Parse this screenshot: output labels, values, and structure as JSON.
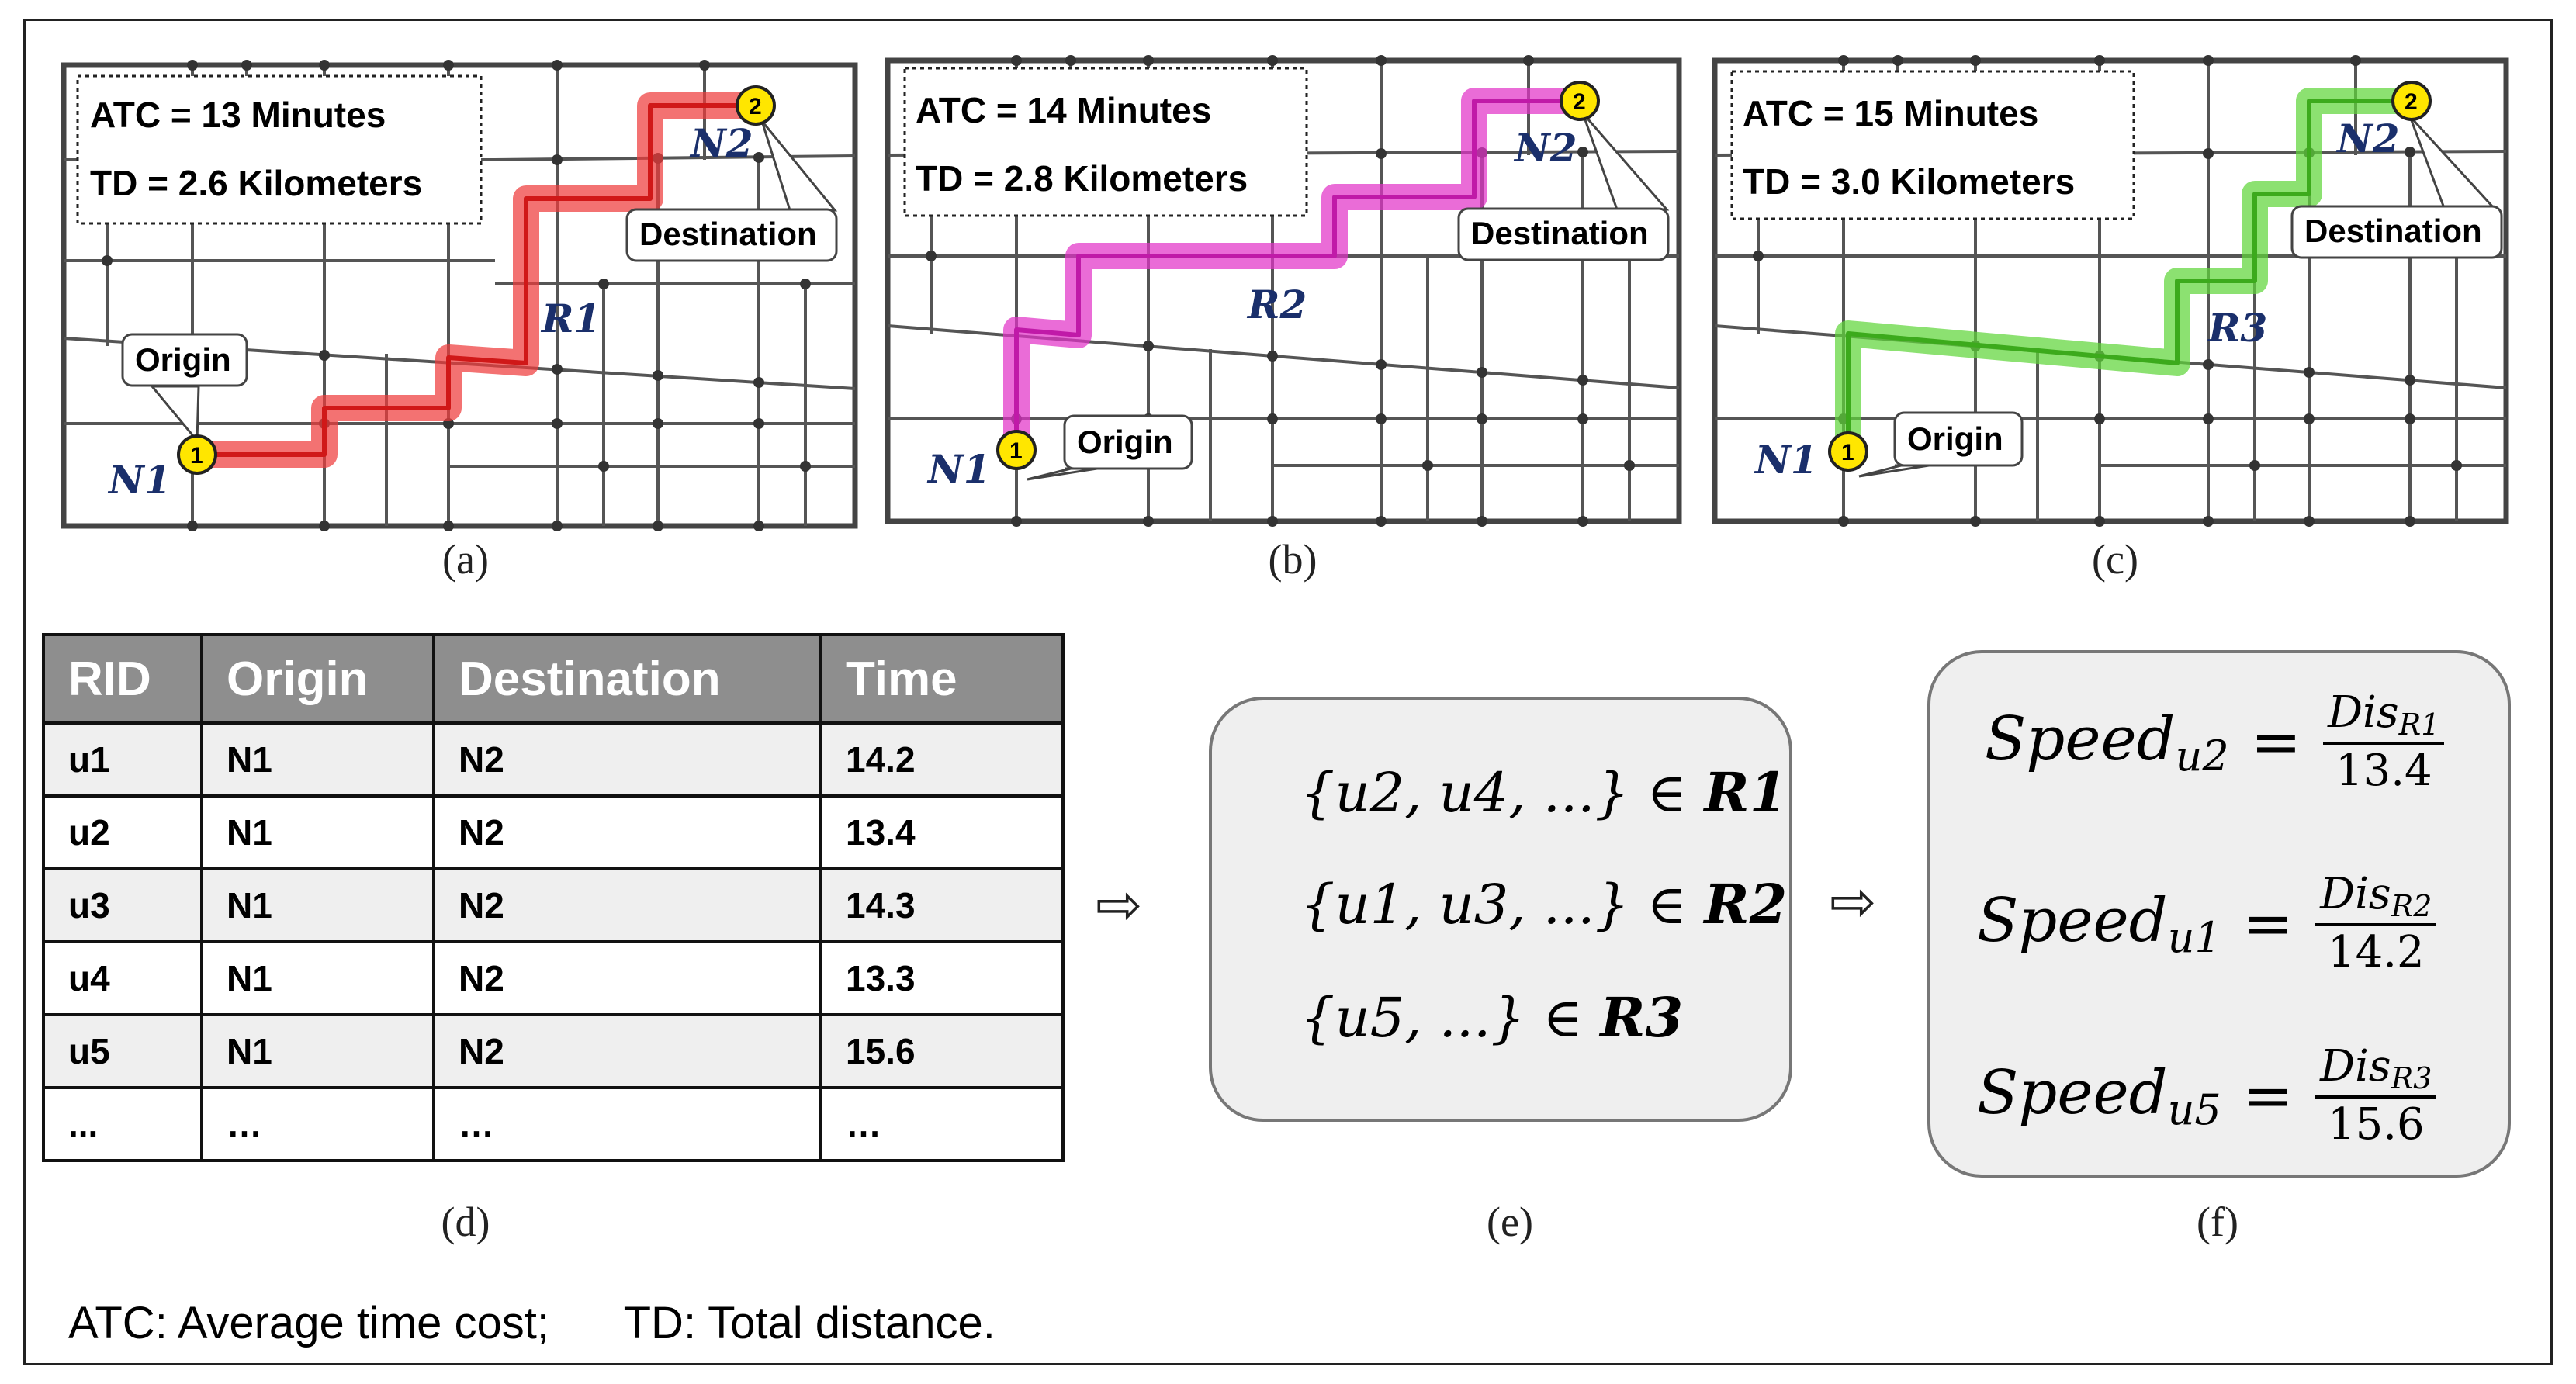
{
  "colors": {
    "route_a": "#ef3b3b",
    "route_b": "#e233c8",
    "route_c": "#5fd63a",
    "node_label": "#1a2f6b",
    "marker": "#ffe600"
  },
  "panels": [
    {
      "caption": "(a)",
      "atc": "ATC = 13 Minutes",
      "td": "TD = 2.6 Kilometers",
      "route_name": "R1",
      "origin_label": "Origin",
      "destination_label": "Destination",
      "start_node": "N1",
      "end_node": "N2",
      "start_marker": "1",
      "end_marker": "2",
      "route_color": "#ef3b3b"
    },
    {
      "caption": "(b)",
      "atc": "ATC = 14 Minutes",
      "td": "TD = 2.8 Kilometers",
      "route_name": "R2",
      "origin_label": "Origin",
      "destination_label": "Destination",
      "start_node": "N1",
      "end_node": "N2",
      "start_marker": "1",
      "end_marker": "2",
      "route_color": "#e233c8"
    },
    {
      "caption": "(c)",
      "atc": "ATC = 15 Minutes",
      "td": "TD = 3.0 Kilometers",
      "route_name": "R3",
      "origin_label": "Origin",
      "destination_label": "Destination",
      "start_node": "N1",
      "end_node": "N2",
      "start_marker": "1",
      "end_marker": "2",
      "route_color": "#5fd63a"
    }
  ],
  "table": {
    "caption": "(d)",
    "headers": [
      "RID",
      "Origin",
      "Destination",
      "Time"
    ],
    "rows": [
      [
        "u1",
        "N1",
        "N2",
        "14.2"
      ],
      [
        "u2",
        "N1",
        "N2",
        "13.4"
      ],
      [
        "u3",
        "N1",
        "N2",
        "14.3"
      ],
      [
        "u4",
        "N1",
        "N2",
        "13.3"
      ],
      [
        "u5",
        "N1",
        "N2",
        "15.6"
      ],
      [
        "...",
        "…",
        "…",
        "…"
      ]
    ]
  },
  "arrow": "⇨",
  "sets": {
    "caption": "(e)",
    "items": [
      {
        "members": "{u2, u4, ...} ∈ ",
        "route": "R1"
      },
      {
        "members": "{u1, u3, ...} ∈ ",
        "route": "R2"
      },
      {
        "members": "{u5, ...} ∈ ",
        "route": "R3"
      }
    ]
  },
  "speeds": {
    "caption": "(f)",
    "items": [
      {
        "name": "Speed",
        "user": "u2",
        "equals": "=",
        "dis": "Dis",
        "route": "R1",
        "time": "13.4"
      },
      {
        "name": "Speed",
        "user": "u1",
        "equals": "=",
        "dis": "Dis",
        "route": "R2",
        "time": "14.2"
      },
      {
        "name": "Speed",
        "user": "u5",
        "equals": "=",
        "dis": "Dis",
        "route": "R3",
        "time": "15.6"
      }
    ]
  },
  "note": "ATC: Average time cost;      TD: Total distance."
}
